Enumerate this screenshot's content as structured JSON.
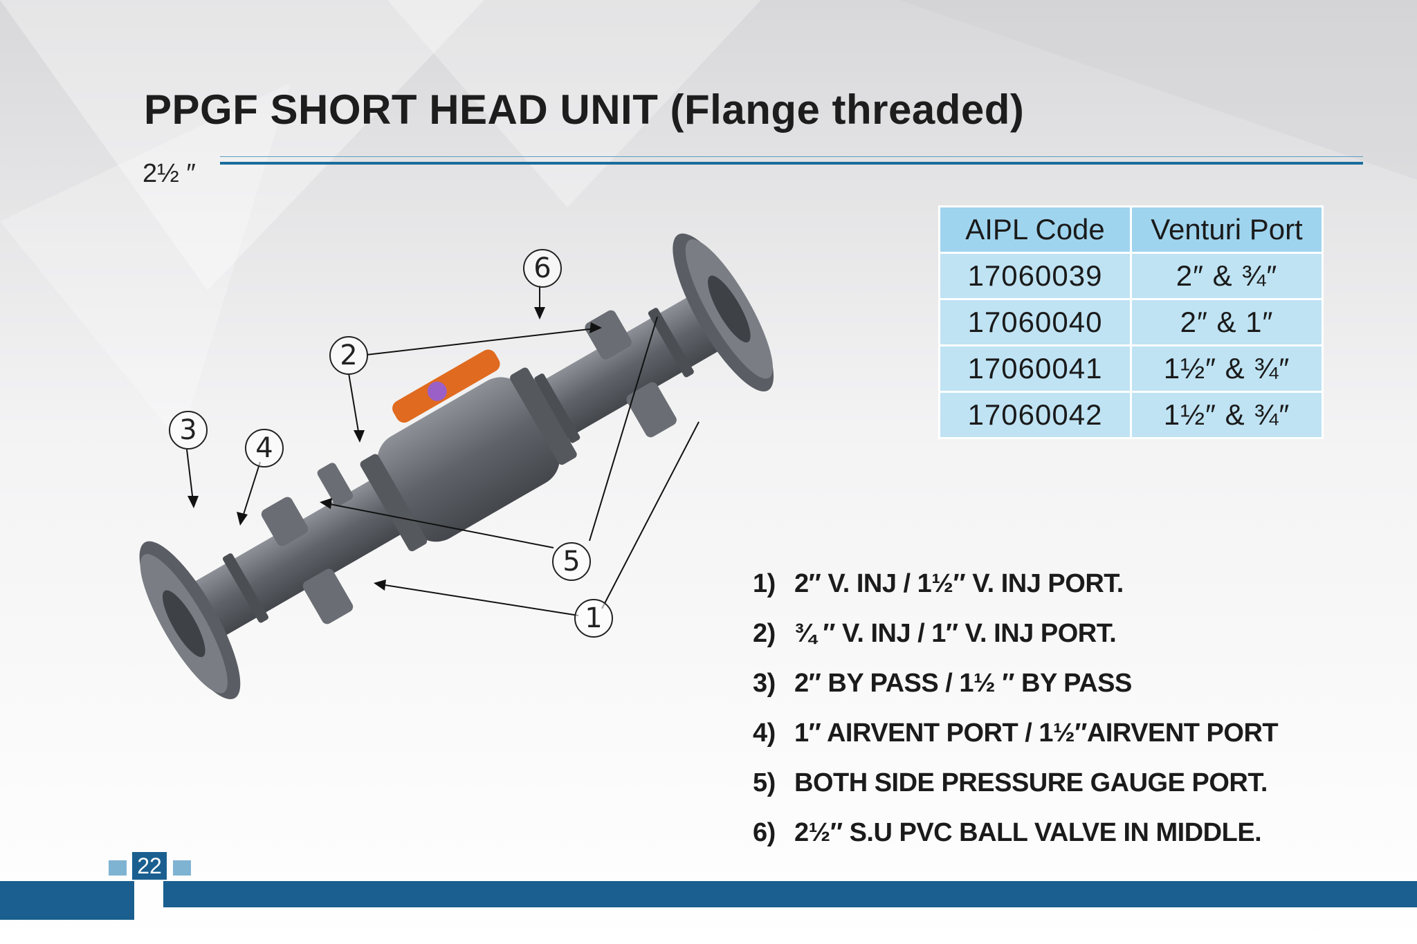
{
  "header": {
    "title": "PPGF SHORT HEAD UNIT (Flange threaded)",
    "size": "2½ ″"
  },
  "codes_table": {
    "headers": [
      "AIPL Code",
      "Venturi Port"
    ],
    "rows": [
      [
        "17060039",
        "2″ & ¾″"
      ],
      [
        "17060040",
        "2″ & 1″"
      ],
      [
        "17060041",
        "1½″ & ¾″"
      ],
      [
        "17060042",
        "1½″ & ¾″"
      ]
    ]
  },
  "features": [
    {
      "num": "1)",
      "text": "2″ V. INJ / 1½″ V. INJ PORT."
    },
    {
      "num": "2)",
      "text": "¾ ″ V. INJ / 1″  V. INJ PORT."
    },
    {
      "num": "3)",
      "text": "2″ BY PASS / 1½ ″ BY PASS"
    },
    {
      "num": "4)",
      "text": "1″ AIRVENT  PORT / 1½″AIRVENT  PORT"
    },
    {
      "num": "5)",
      "text": "BOTH SIDE PRESSURE GAUGE PORT."
    },
    {
      "num": "6)",
      "text": "2½″ S.U PVC BALL VALVE IN MIDDLE."
    }
  ],
  "callouts": [
    "1",
    "2",
    "3",
    "4",
    "5",
    "6"
  ],
  "page_number": "22",
  "colors": {
    "accent_blue": "#1a5f8f",
    "table_fill": "#bfe3f3",
    "pipe_grey": "#6b6f75",
    "valve_handle": "#e06a1f"
  }
}
